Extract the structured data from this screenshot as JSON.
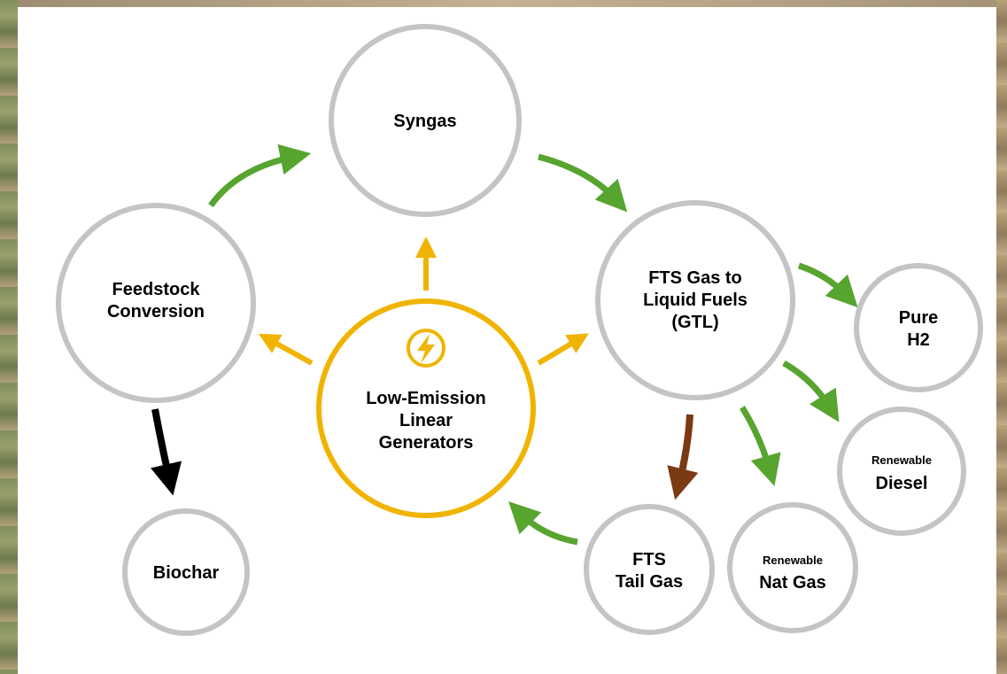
{
  "nodes": {
    "syngas": {
      "label": "Syngas"
    },
    "feedstock": {
      "line1": "Feedstock",
      "line2": "Conversion"
    },
    "fts_gtl": {
      "line1": "FTS Gas to",
      "line2": "Liquid Fuels",
      "line3": "(GTL)"
    },
    "generators": {
      "line1": "Low-Emission",
      "line2": "Linear",
      "line3": "Generators",
      "icon": "lightning-bolt-icon"
    },
    "pure_h2": {
      "line1": "Pure",
      "line2": "H2"
    },
    "renewable_diesel": {
      "line1": "Renewable",
      "line2": "Diesel"
    },
    "renewable_nat_gas": {
      "line1": "Renewable",
      "line2": "Nat Gas"
    },
    "fts_tail_gas": {
      "line1": "FTS",
      "line2": "Tail Gas"
    },
    "biochar": {
      "label": "Biochar"
    }
  },
  "colors": {
    "node_border": "#c4c4c4",
    "generator_border": "#f0b400",
    "flow_arrow": "#57a42f",
    "energy_arrow": "#f0b400",
    "biochar_arrow": "#000000",
    "tail_gas_arrow": "#7a3a14"
  }
}
